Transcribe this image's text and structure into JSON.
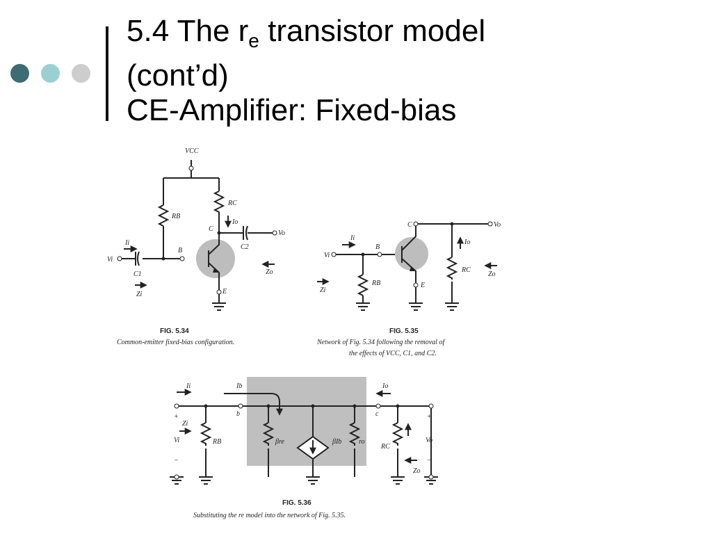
{
  "slide": {
    "title_line1_pre": "5.4 The r",
    "title_line1_sub": "e",
    "title_line1_post": " transistor model",
    "title_line2": "(cont’d)",
    "title_line3": "CE-Amplifier: Fixed-bias"
  },
  "colors": {
    "dot_dark": "#3f6b73",
    "dot_mid": "#9ccfd0",
    "dot_light": "#cdcdcd",
    "transistor_fill": "#bdbdbd",
    "model_box": "#bfbfbf"
  },
  "fig34": {
    "vcc": "VCC",
    "rb": "RB",
    "rc": "RC",
    "c": "C",
    "b": "B",
    "e": "E",
    "c1": "C1",
    "c2": "C2",
    "ii": "Ii",
    "io": "Io",
    "vi": "Vi",
    "vo": "Vo",
    "zi": "Zi",
    "zo": "Zo",
    "caption_no": "FIG. 5.34",
    "caption": "Common-emitter fixed-bias configuration."
  },
  "fig35": {
    "c": "C",
    "b": "B",
    "e": "E",
    "rb": "RB",
    "rc": "RC",
    "ii": "Ii",
    "io": "Io",
    "vi": "Vi",
    "vo": "Vo",
    "zi": "Zi",
    "zo": "Zo",
    "caption_no": "FIG. 5.35",
    "caption_line1": "Network of Fig. 5.34 following the removal of",
    "caption_line2": "the effects of VCC, C1, and C2."
  },
  "fig36": {
    "ii": "Ii",
    "ib": "Ib",
    "io": "Io",
    "b": "b",
    "c": "c",
    "zi": "Zi",
    "zo": "Zo",
    "vi": "Vi",
    "vo": "Vo",
    "rb": "RB",
    "bre": "βre",
    "bib": "βIb",
    "ro": "ro",
    "rc": "RC",
    "plus": "+",
    "minus": "–",
    "caption_no": "FIG. 5.36",
    "caption": "Substituting the re model into the network of Fig. 5.35."
  }
}
